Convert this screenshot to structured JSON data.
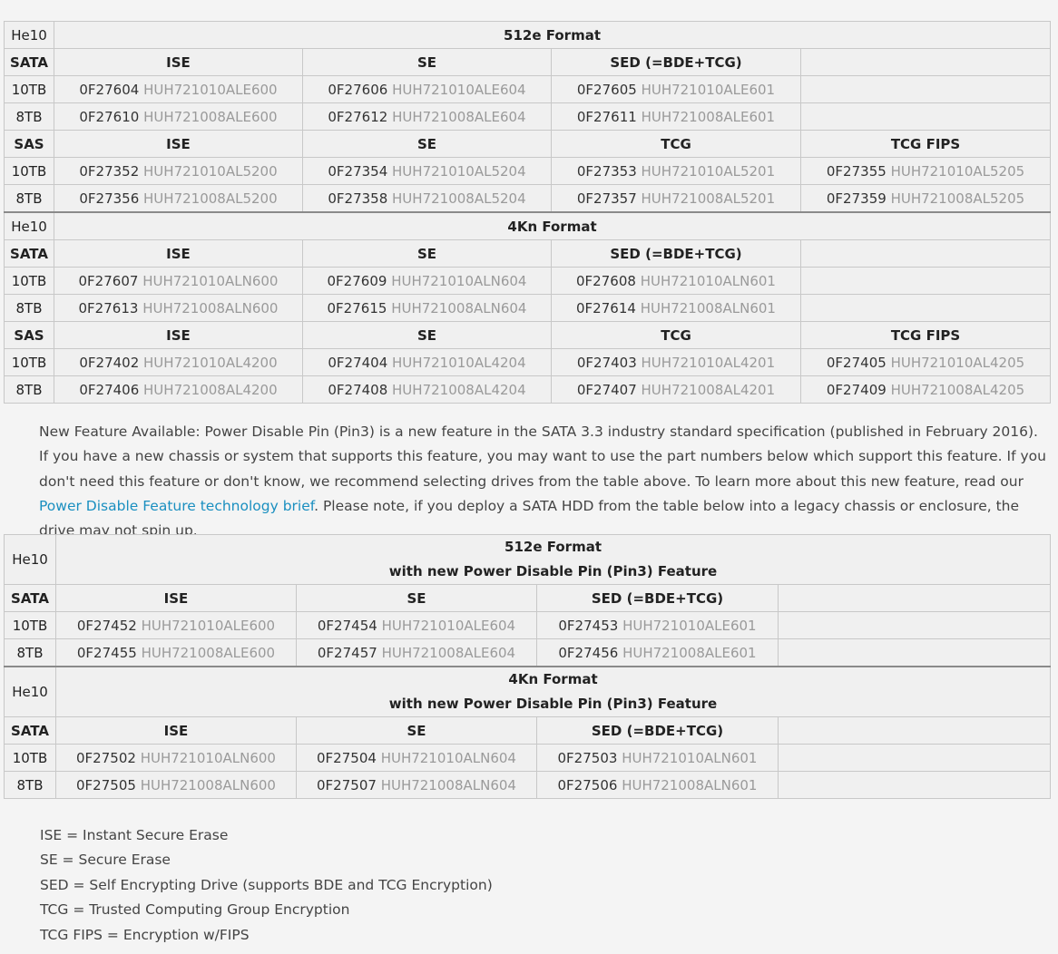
{
  "table1": {
    "rows": [
      [
        {
          "t": "He10",
          "c": "plain"
        },
        {
          "t": "512e Format",
          "c": "hdr",
          "span": 4
        }
      ],
      [
        {
          "t": "SATA",
          "c": "hdr"
        },
        {
          "t": "ISE",
          "c": "hdr"
        },
        {
          "t": "SE",
          "c": "hdr"
        },
        {
          "t": "SED (=BDE+TCG)",
          "c": "hdr"
        },
        {
          "t": ""
        }
      ],
      [
        {
          "t": "10TB"
        },
        {
          "p": "0F27604",
          "m": "HUH721010ALE600"
        },
        {
          "p": "0F27606",
          "m": "HUH721010ALE604"
        },
        {
          "p": "0F27605",
          "m": "HUH721010ALE601"
        },
        {
          "t": ""
        }
      ],
      [
        {
          "t": "8TB"
        },
        {
          "p": "0F27610",
          "m": "HUH721008ALE600"
        },
        {
          "p": "0F27612",
          "m": "HUH721008ALE604"
        },
        {
          "p": "0F27611",
          "m": "HUH721008ALE601"
        },
        {
          "t": ""
        }
      ],
      [
        {
          "t": "SAS",
          "c": "hdr"
        },
        {
          "t": "ISE",
          "c": "hdr"
        },
        {
          "t": "SE",
          "c": "hdr"
        },
        {
          "t": "TCG",
          "c": "hdr"
        },
        {
          "t": "TCG FIPS",
          "c": "hdr"
        }
      ],
      [
        {
          "t": "10TB"
        },
        {
          "p": "0F27352",
          "m": "HUH721010AL5200"
        },
        {
          "p": "0F27354",
          "m": "HUH721010AL5204"
        },
        {
          "p": "0F27353",
          "m": "HUH721010AL5201"
        },
        {
          "p": "0F27355",
          "m": "HUH721010AL5205"
        }
      ],
      [
        {
          "t": "8TB"
        },
        {
          "p": "0F27356",
          "m": "HUH721008AL5200"
        },
        {
          "p": "0F27358",
          "m": "HUH721008AL5204"
        },
        {
          "p": "0F27357",
          "m": "HUH721008AL5201"
        },
        {
          "p": "0F27359",
          "m": "HUH721008AL5205"
        }
      ],
      [
        {
          "t": "He10",
          "c": "plain"
        },
        {
          "t": "4Kn Format",
          "c": "hdr",
          "span": 4
        }
      ],
      [
        {
          "t": "SATA",
          "c": "hdr"
        },
        {
          "t": "ISE",
          "c": "hdr"
        },
        {
          "t": "SE",
          "c": "hdr"
        },
        {
          "t": "SED (=BDE+TCG)",
          "c": "hdr"
        },
        {
          "t": ""
        }
      ],
      [
        {
          "t": "10TB"
        },
        {
          "p": "0F27607",
          "m": "HUH721010ALN600"
        },
        {
          "p": "0F27609",
          "m": "HUH721010ALN604"
        },
        {
          "p": "0F27608",
          "m": "HUH721010ALN601"
        },
        {
          "t": ""
        }
      ],
      [
        {
          "t": "8TB"
        },
        {
          "p": "0F27613",
          "m": "HUH721008ALN600"
        },
        {
          "p": "0F27615",
          "m": "HUH721008ALN604"
        },
        {
          "p": "0F27614",
          "m": "HUH721008ALN601"
        },
        {
          "t": ""
        }
      ],
      [
        {
          "t": "SAS",
          "c": "hdr"
        },
        {
          "t": "ISE",
          "c": "hdr"
        },
        {
          "t": "SE",
          "c": "hdr"
        },
        {
          "t": "TCG",
          "c": "hdr"
        },
        {
          "t": "TCG FIPS",
          "c": "hdr"
        }
      ],
      [
        {
          "t": "10TB"
        },
        {
          "p": "0F27402",
          "m": "HUH721010AL4200"
        },
        {
          "p": "0F27404",
          "m": "HUH721010AL4204"
        },
        {
          "p": "0F27403",
          "m": "HUH721010AL4201"
        },
        {
          "p": "0F27405",
          "m": "HUH721010AL4205"
        }
      ],
      [
        {
          "t": "8TB"
        },
        {
          "p": "0F27406",
          "m": "HUH721008AL4200"
        },
        {
          "p": "0F27408",
          "m": "HUH721008AL4204"
        },
        {
          "p": "0F27407",
          "m": "HUH721008AL4201"
        },
        {
          "p": "0F27409",
          "m": "HUH721008AL4205"
        }
      ]
    ]
  },
  "note": {
    "text_before": "New Feature Available: Power Disable Pin (Pin3) is a new feature in the SATA 3.3 industry standard specification (published in February 2016). If you have a new chassis or system that supports this feature, you may want to use the part numbers below which support this feature. If you don't need this feature or don't know, we recommend selecting drives from the table above. To learn more about this new feature, read our ",
    "link_text": "Power Disable Feature technology brief",
    "text_after": ". Please note, if you deploy a SATA HDD from the table below into a legacy chassis or enclosure, the drive may not spin up."
  },
  "table2": {
    "rows": [
      [
        {
          "t": "He10",
          "c": "plain"
        },
        {
          "t": "512e Format\nwith new Power Disable Pin (Pin3) Feature",
          "c": "hdr",
          "span": 4
        }
      ],
      [
        {
          "t": "SATA",
          "c": "hdr"
        },
        {
          "t": "ISE",
          "c": "hdr"
        },
        {
          "t": "SE",
          "c": "hdr"
        },
        {
          "t": "SED (=BDE+TCG)",
          "c": "hdr"
        },
        {
          "t": ""
        }
      ],
      [
        {
          "t": "10TB"
        },
        {
          "p": "0F27452",
          "m": "HUH721010ALE600"
        },
        {
          "p": "0F27454",
          "m": "HUH721010ALE604"
        },
        {
          "p": "0F27453",
          "m": "HUH721010ALE601"
        },
        {
          "t": ""
        }
      ],
      [
        {
          "t": "8TB"
        },
        {
          "p": "0F27455",
          "m": "HUH721008ALE600"
        },
        {
          "p": "0F27457",
          "m": "HUH721008ALE604"
        },
        {
          "p": "0F27456",
          "m": "HUH721008ALE601"
        },
        {
          "t": ""
        }
      ],
      [
        {
          "t": "He10",
          "c": "plain"
        },
        {
          "t": "4Kn Format\nwith new Power Disable Pin (Pin3) Feature",
          "c": "hdr",
          "span": 4
        }
      ],
      [
        {
          "t": "SATA",
          "c": "hdr"
        },
        {
          "t": "ISE",
          "c": "hdr"
        },
        {
          "t": "SE",
          "c": "hdr"
        },
        {
          "t": "SED (=BDE+TCG)",
          "c": "hdr"
        },
        {
          "t": ""
        }
      ],
      [
        {
          "t": "10TB"
        },
        {
          "p": "0F27502",
          "m": "HUH721010ALN600"
        },
        {
          "p": "0F27504",
          "m": "HUH721010ALN604"
        },
        {
          "p": "0F27503",
          "m": "HUH721010ALN601"
        },
        {
          "t": ""
        }
      ],
      [
        {
          "t": "8TB"
        },
        {
          "p": "0F27505",
          "m": "HUH721008ALN600"
        },
        {
          "p": "0F27507",
          "m": "HUH721008ALN604"
        },
        {
          "p": "0F27506",
          "m": "HUH721008ALN601"
        },
        {
          "t": ""
        }
      ]
    ]
  },
  "legend": [
    "ISE = Instant Secure Erase",
    "SE = Secure Erase",
    "SED = Self Encrypting Drive (supports BDE and TCG Encryption)",
    "TCG = Trusted Computing Group Encryption",
    "TCG FIPS = Encryption w/FIPS"
  ]
}
